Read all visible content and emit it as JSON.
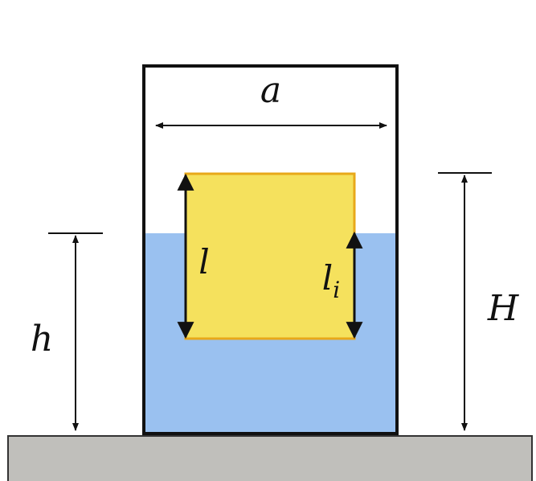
{
  "labels": {
    "width": "a",
    "block_length": "l",
    "immersed_length": "l",
    "immersed_subscript": "i",
    "water_height": "h",
    "container_height": "H"
  },
  "colors": {
    "water": "#9AC1F0",
    "block_fill": "#F5E15D",
    "block_stroke": "#E8A81A",
    "base": "#C0BFBB",
    "outline": "#111111"
  }
}
